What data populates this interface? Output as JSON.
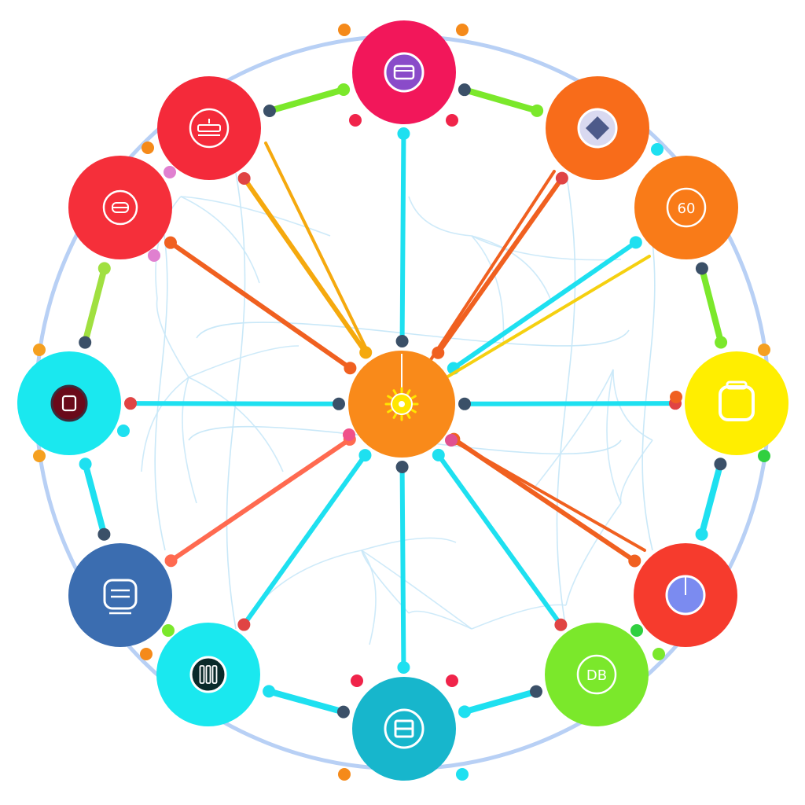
{
  "diagram": {
    "hub": {
      "name": "hub-node",
      "color": "#f98a1a",
      "icon": "sun-icon",
      "icon_color": "#ffe600"
    },
    "nodes": [
      {
        "name": "node-top",
        "color": "#f2175a",
        "icon": "display-icon",
        "icon_color": "#8a4bc9",
        "label": ""
      },
      {
        "name": "node-top-right",
        "color": "#f86c1a",
        "icon": "diamond-icon",
        "icon_color": "#4d5a8a",
        "label": ""
      },
      {
        "name": "node-right-upper",
        "color": "#f97b18",
        "icon": "badge-icon",
        "icon_color": "",
        "label": "60"
      },
      {
        "name": "node-right",
        "color": "#ffee00",
        "icon": "square-outline-icon",
        "icon_color": "",
        "label": ""
      },
      {
        "name": "node-bottom-right",
        "color": "#f63b2d",
        "icon": "globe-icon",
        "icon_color": "#7b8bf0",
        "label": ""
      },
      {
        "name": "node-bottom-right-lower",
        "color": "#7be82b",
        "icon": "badge-icon",
        "icon_color": "",
        "label": "DB"
      },
      {
        "name": "node-bottom",
        "color": "#17b6cc",
        "icon": "grid-icon",
        "icon_color": "",
        "label": ""
      },
      {
        "name": "node-bottom-left",
        "color": "#1ae8ef",
        "icon": "columns-icon",
        "icon_color": "#0a2a2a",
        "label": ""
      },
      {
        "name": "node-left-lower",
        "color": "#3b6db0",
        "icon": "server-icon",
        "icon_color": "",
        "label": ""
      },
      {
        "name": "node-left",
        "color": "#1ae8ef",
        "icon": "b-badge-icon",
        "icon_color": "#6a0a1a",
        "label": ""
      },
      {
        "name": "node-left-upper",
        "color": "#f52f3a",
        "icon": "minus-circle-icon",
        "icon_color": "",
        "label": ""
      },
      {
        "name": "node-top-left",
        "color": "#f42a3a",
        "icon": "router-icon",
        "icon_color": "",
        "label": ""
      }
    ],
    "spoke_colors": [
      "#1ee0f0",
      "#f5a90e",
      "#f06020",
      "#f5d010",
      "#ff6a50"
    ],
    "ring_color": "#b8d0f5",
    "mesh_color": "#c9e8f8"
  }
}
